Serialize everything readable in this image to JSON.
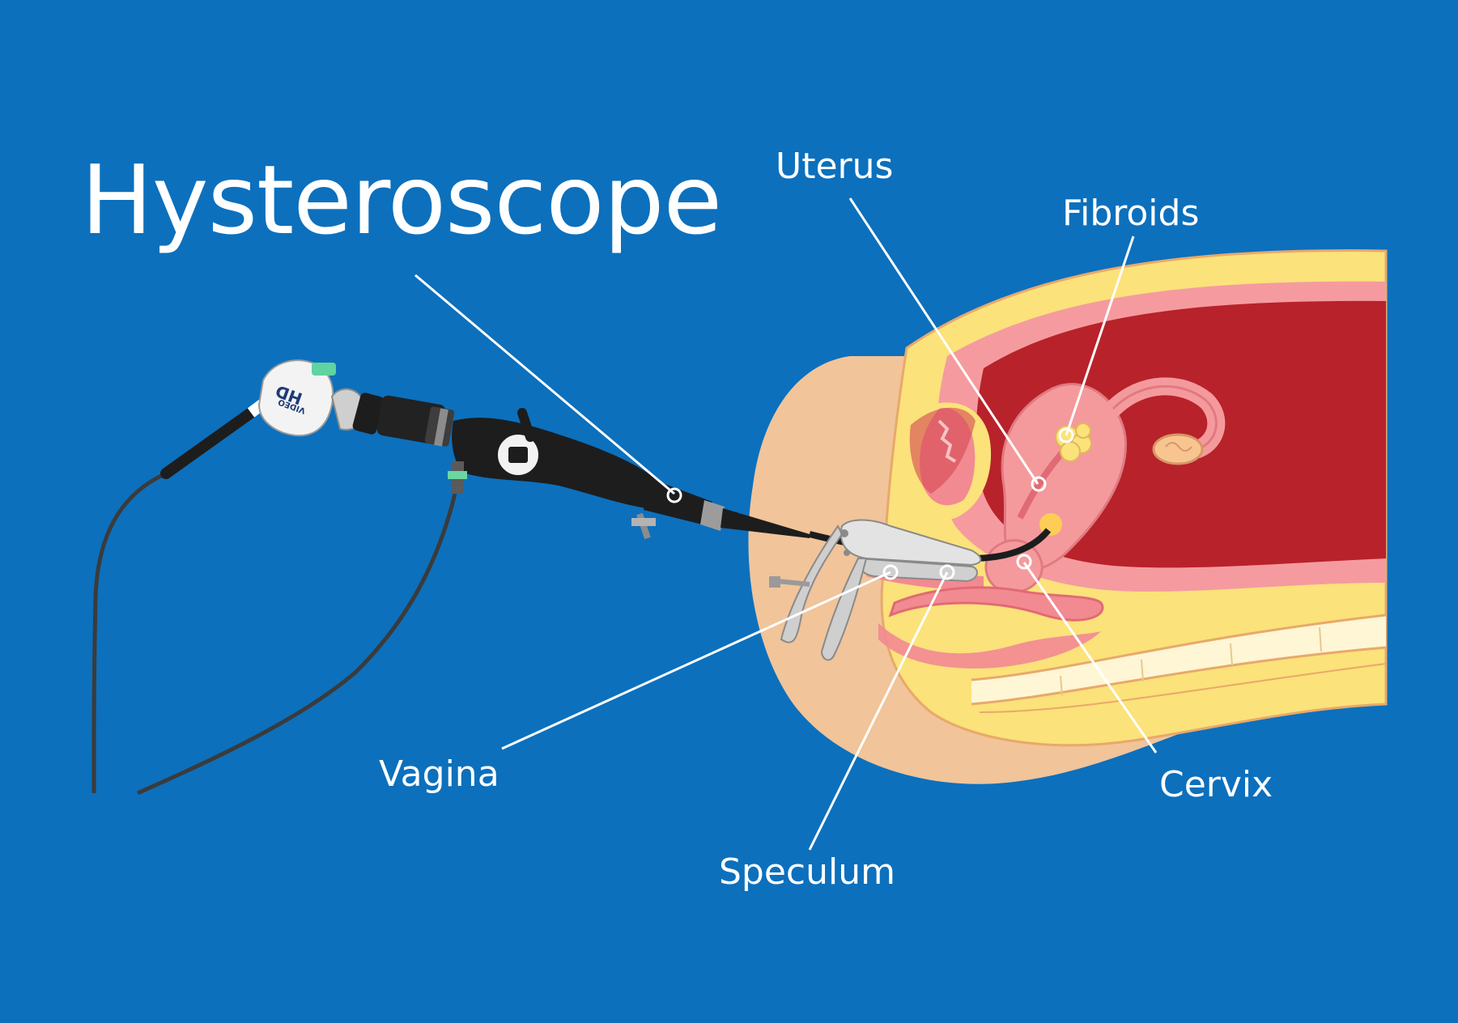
{
  "title": "Hysteroscope",
  "labels": {
    "uterus": "Uterus",
    "fibroids": "Fibroids",
    "vagina": "Vagina",
    "speculum": "Speculum",
    "cervix": "Cervix"
  },
  "camera_text": {
    "hd": "HD",
    "video": "VIDEO"
  },
  "colors": {
    "background": "#0c70bd",
    "leader_line": "#ffffff",
    "skin": "#f1c49a",
    "fat": "#fbe27a",
    "cavity": "#b8222b",
    "tissue": "#f49a9d",
    "instrument": "#1d1d1d"
  }
}
